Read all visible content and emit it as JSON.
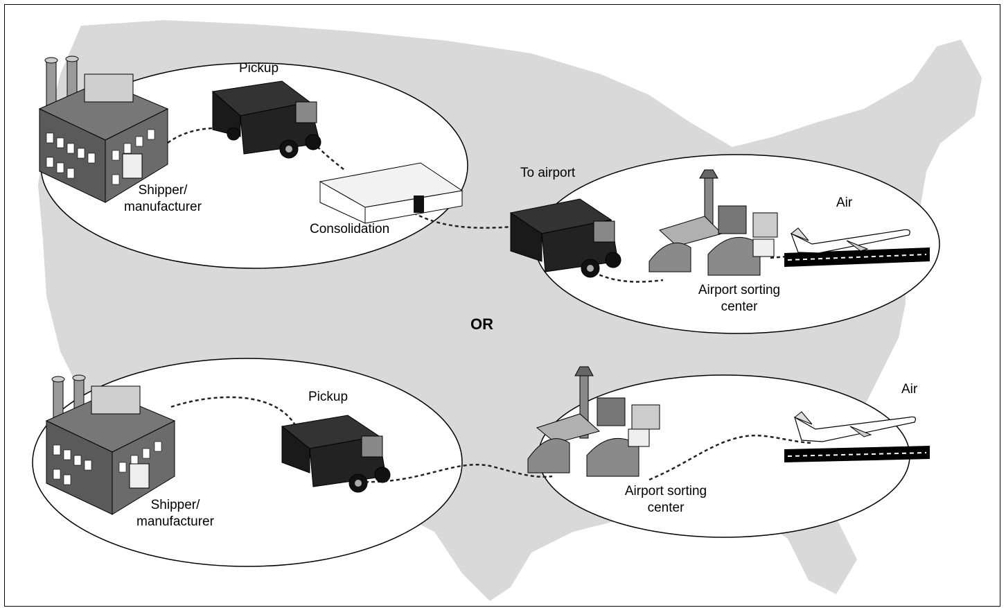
{
  "colors": {
    "map": "#d9d9d9",
    "outline": "#000000",
    "building": "#6b6b6b",
    "truck": "#1a1a1a",
    "hangar": "#8a8a8a"
  },
  "labels": {
    "or": "OR",
    "top": {
      "pickup": "Pickup",
      "shipper_line1": "Shipper/",
      "shipper_line2": "manufacturer",
      "consolidation": "Consolidation",
      "to_airport": "To airport",
      "air": "Air",
      "sorting_line1": "Airport sorting",
      "sorting_line2": "center"
    },
    "bottom": {
      "pickup": "Pickup",
      "shipper_line1": "Shipper/",
      "shipper_line2": "manufacturer",
      "air": "Air",
      "sorting_line1": "Airport sorting",
      "sorting_line2": "center"
    }
  },
  "icons": [
    "map-background",
    "factory-icon",
    "truck-icon",
    "warehouse-icon",
    "airport-icon",
    "airplane-icon",
    "runway-icon"
  ]
}
